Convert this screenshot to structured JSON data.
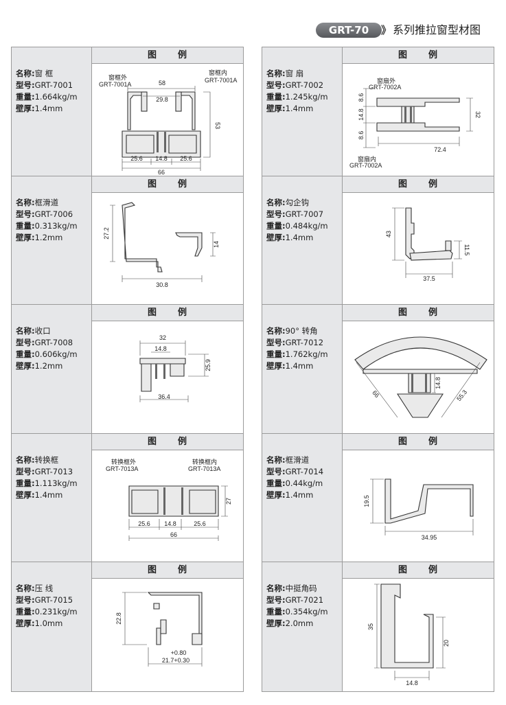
{
  "header": {
    "badge": "GRT-70",
    "chevron": "》",
    "series": "系列推拉窗型材图"
  },
  "labels": {
    "name": "名称:",
    "model": "型号:",
    "weight": "重量:",
    "wall": "壁厚:",
    "legend1": "图",
    "legend2": "例"
  },
  "left": [
    {
      "name": "窗 框",
      "model": "GRT-7001",
      "weight": "1.664kg/m",
      "wall": "1.4mm",
      "dims": [
        "58",
        "29.8",
        "53",
        "25.6",
        "14.8",
        "25.6",
        "66"
      ],
      "tags": [
        "窗框外",
        "GRT-7001A",
        "窗框内",
        "GRT-7001A"
      ]
    },
    {
      "name": "框滑道",
      "model": "GRT-7006",
      "weight": "0.313kg/m",
      "wall": "1.2mm",
      "dims": [
        "27.2",
        "14",
        "30.8"
      ]
    },
    {
      "name": "收口",
      "model": "GRT-7008",
      "weight": "0.606kg/m",
      "wall": "1.2mm",
      "dims": [
        "32",
        "14.8",
        "25.9",
        "36.4"
      ]
    },
    {
      "name": "转换框",
      "model": "GRT-7013",
      "weight": "1.113kg/m",
      "wall": "1.4mm",
      "dims": [
        "27",
        "25.6",
        "14.8",
        "25.6",
        "66"
      ],
      "tags": [
        "转换框外",
        "GRT-7013A",
        "转换框内",
        "GRT-7013A"
      ]
    },
    {
      "name": "压 线",
      "model": "GRT-7015",
      "weight": "0.231kg/m",
      "wall": "1.0mm",
      "dims": [
        "22.8",
        "+0.80",
        "21.7+0.30"
      ]
    }
  ],
  "right": [
    {
      "name": "窗 扇",
      "model": "GRT-7002",
      "weight": "1.245kg/m",
      "wall": "1.4mm",
      "dims": [
        "8.6",
        "14.8",
        "8.6",
        "32",
        "72.4"
      ],
      "tags": [
        "窗扇外",
        "GRT-7002A",
        "窗扇内",
        "GRT-7002A"
      ]
    },
    {
      "name": "勾企钩",
      "model": "GRT-7007",
      "weight": "0.484kg/m",
      "wall": "1.4mm",
      "dims": [
        "43",
        "11.5",
        "37.5"
      ]
    },
    {
      "name": "90° 转角",
      "model": "GRT-7012",
      "weight": "1.762kg/m",
      "wall": "1.4mm",
      "dims": [
        "66",
        "14.8",
        "55.3"
      ]
    },
    {
      "name": "框滑道",
      "model": "GRT-7014",
      "weight": "0.44kg/m",
      "wall": "1.4mm",
      "dims": [
        "19.5",
        "34.95"
      ]
    },
    {
      "name": "中挺角码",
      "model": "GRT-7021",
      "weight": "0.354kg/m",
      "wall": "2.0mm",
      "dims": [
        "35",
        "20",
        "14.8"
      ]
    }
  ]
}
